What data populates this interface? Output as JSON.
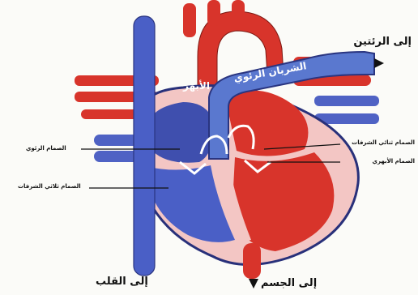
{
  "labels": {
    "to_lungs": "إلى الرئتين",
    "pulmonary_artery": "الشريان الرئوي",
    "aorta": "الأبهر",
    "pulmonary_valve": "الصمام الرئوي",
    "tricuspid_valve": "الصمام ثلاثي الشرفات",
    "bicuspid_valve": "الصمام ثنائي الشرفات",
    "aortic_valve": "الصمام الأبهري",
    "to_heart": "إلى القلب",
    "to_body": "إلى الجسم"
  },
  "colors": {
    "oxygenated_blood": "#e0312a",
    "deoxygenated_blood": "#4a5fc6",
    "heart_wall": "#f3c6c4",
    "outline": "#1f2a6e"
  }
}
